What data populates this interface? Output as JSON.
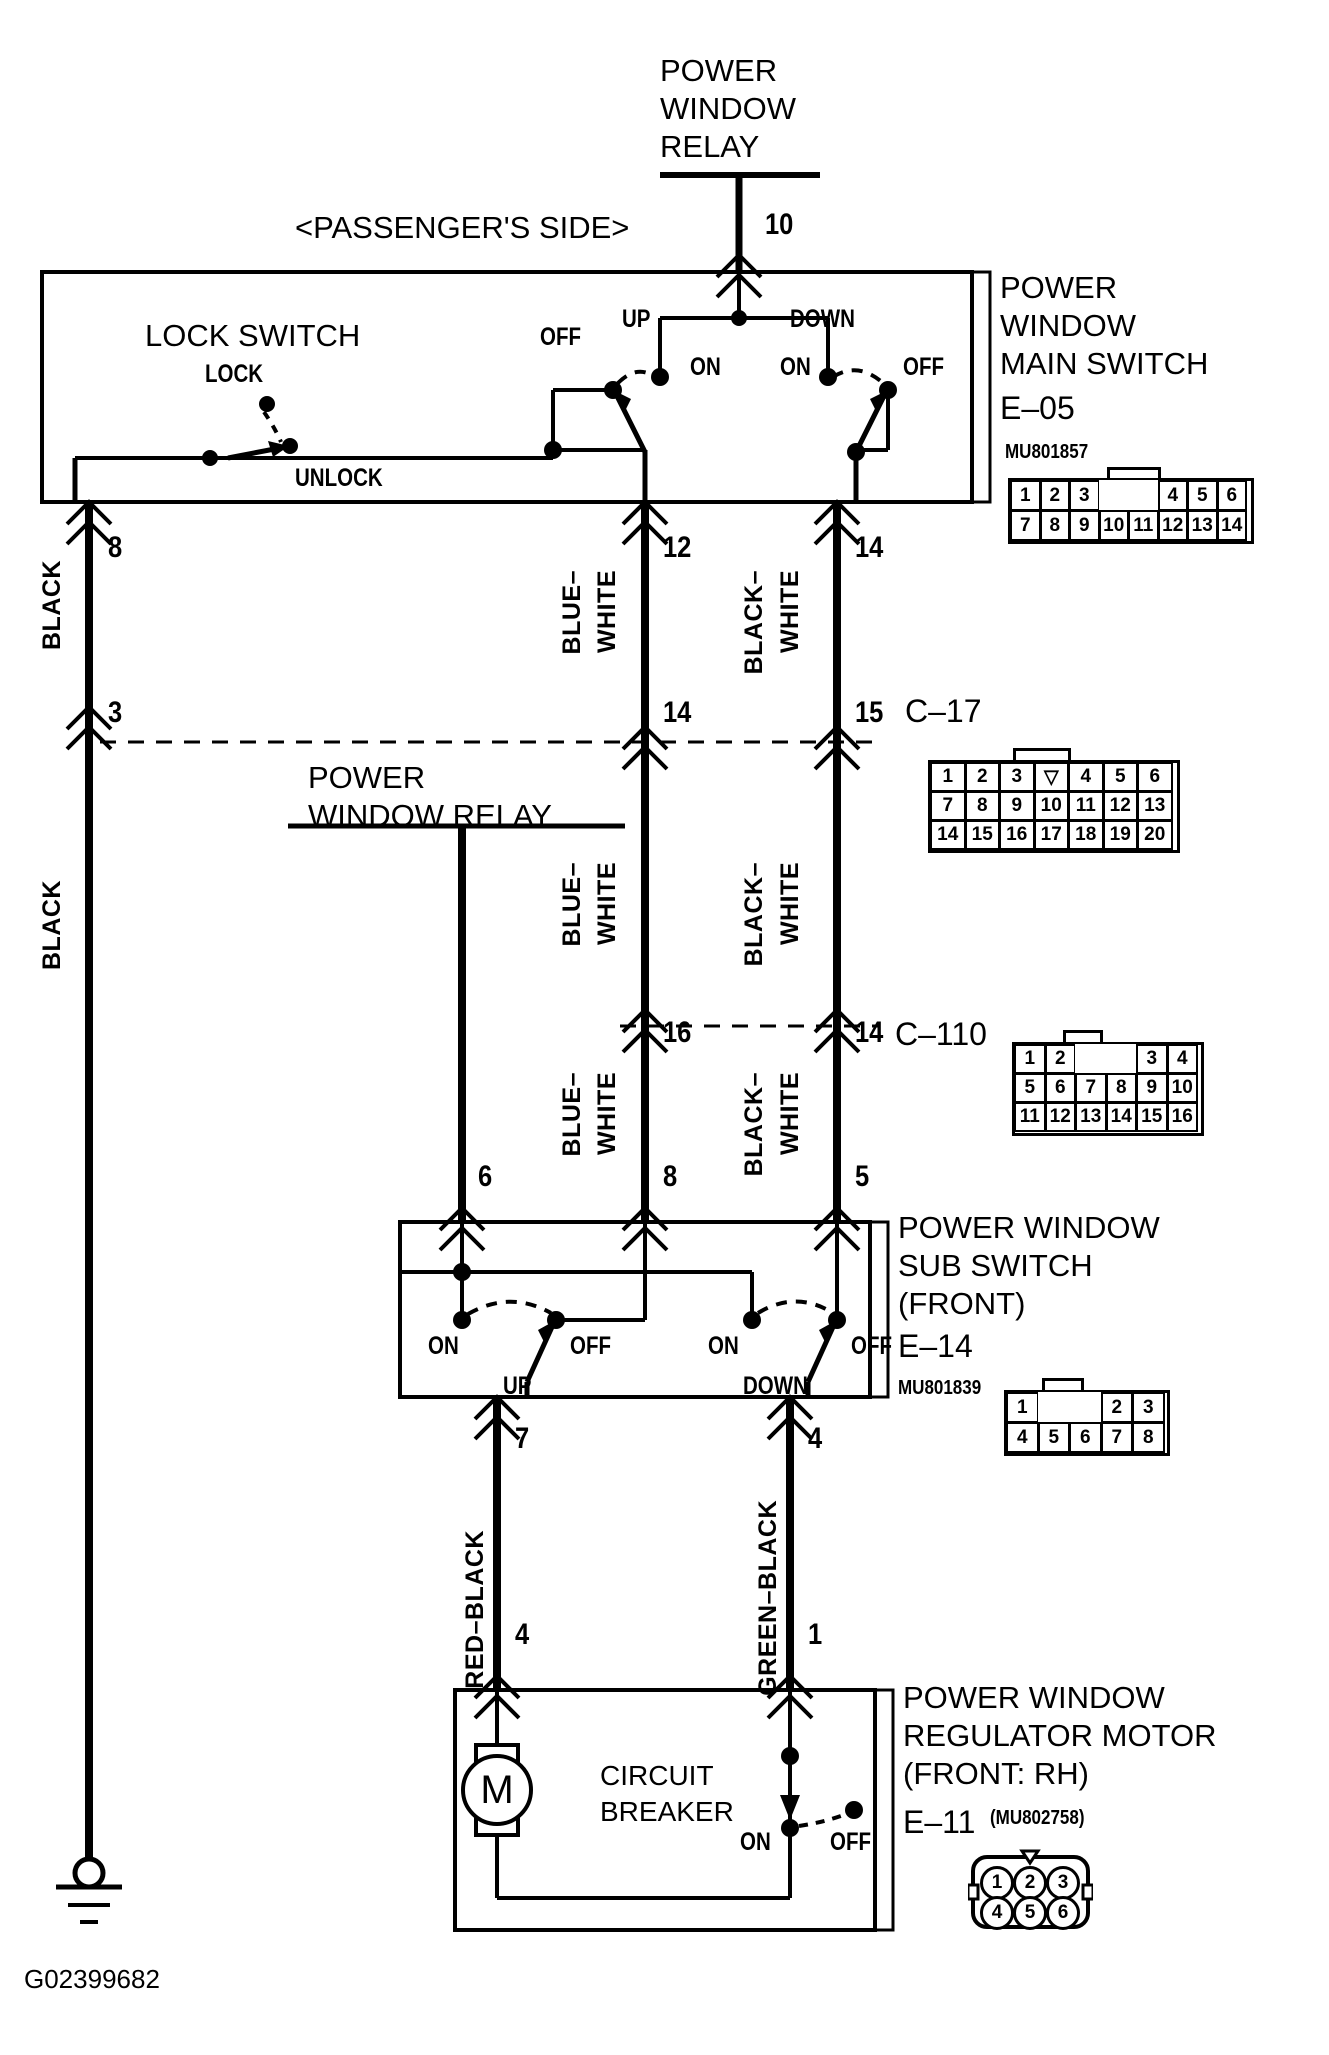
{
  "diagram": {
    "id": "G02399682",
    "title_top": [
      "POWER",
      "WINDOW",
      "RELAY"
    ],
    "side_note": "<PASSENGER'S SIDE>",
    "relay_feed_pin": "10"
  },
  "main_switch": {
    "name_lines": [
      "POWER",
      "WINDOW",
      "MAIN SWITCH"
    ],
    "code": "E–05",
    "part_number": "MU801857",
    "lock_switch_label": "LOCK SWITCH",
    "lock_pos_label": "LOCK",
    "unlock_pos_label": "UNLOCK",
    "up_label": "UP",
    "down_label": "DOWN",
    "off_left": "OFF",
    "on_left": "ON",
    "on_right": "ON",
    "off_right": "OFF",
    "pins": {
      "ground": "8",
      "blue_white": "12",
      "black_white": "14"
    },
    "connector": {
      "rows": [
        [
          "1",
          "2",
          "3",
          "",
          "",
          "4",
          "5",
          "6"
        ],
        [
          "7",
          "8",
          "9",
          "10",
          "11",
          "12",
          "13",
          "14"
        ]
      ]
    }
  },
  "relay_block": {
    "label_lines": [
      "POWER",
      "WINDOW RELAY"
    ]
  },
  "connector_c17": {
    "code": "C–17",
    "pins_on_line": {
      "black": "3",
      "blue_white": "14",
      "black_white": "15"
    },
    "rows": [
      [
        "1",
        "2",
        "3",
        "▽",
        "4",
        "5",
        "6"
      ],
      [
        "7",
        "8",
        "9",
        "10",
        "11",
        "12",
        "13"
      ],
      [
        "14",
        "15",
        "16",
        "17",
        "18",
        "19",
        "20"
      ]
    ]
  },
  "connector_c110": {
    "code": "C–110",
    "pins_on_line": {
      "blue_white": "16",
      "black_white": "14"
    },
    "rows": [
      [
        "1",
        "2",
        "",
        "",
        "3",
        "4"
      ],
      [
        "5",
        "6",
        "7",
        "8",
        "9",
        "10"
      ],
      [
        "11",
        "12",
        "13",
        "14",
        "15",
        "16"
      ]
    ]
  },
  "sub_switch": {
    "name_lines": [
      "POWER WINDOW",
      "SUB SWITCH",
      "(FRONT)"
    ],
    "code": "E–14",
    "part_number": "MU801839",
    "up_label": "UP",
    "down_label": "DOWN",
    "on_left": "ON",
    "off_left": "OFF",
    "on_right": "ON",
    "off_right": "OFF",
    "pins_top": {
      "relay": "6",
      "blue_white": "8",
      "black_white": "5"
    },
    "pins_bottom": {
      "red_black": "7",
      "green_black": "4"
    },
    "connector": {
      "rows": [
        [
          "1",
          "",
          "",
          "2",
          "3"
        ],
        [
          "4",
          "5",
          "6",
          "7",
          "8"
        ]
      ]
    }
  },
  "regulator_motor": {
    "name_lines": [
      "POWER WINDOW",
      "REGULATOR MOTOR",
      "(FRONT: RH)"
    ],
    "code": "E–11",
    "part_number": "(MU802758)",
    "circuit_breaker_label": [
      "CIRCUIT",
      "BREAKER"
    ],
    "motor_symbol": "M",
    "cb_on": "ON",
    "cb_off": "OFF",
    "pins": {
      "red_black": "4",
      "green_black": "1"
    },
    "connector_rows": [
      [
        "1",
        "2",
        "3"
      ],
      [
        "4",
        "5",
        "6"
      ]
    ]
  },
  "wire_colors": {
    "black_upper": "BLACK",
    "black_lower": "BLACK",
    "blue_white_1": [
      "BLUE–",
      "WHITE"
    ],
    "blue_white_2": [
      "BLUE–",
      "WHITE"
    ],
    "blue_white_3": [
      "BLUE–",
      "WHITE"
    ],
    "black_white_1": [
      "BLACK–",
      "WHITE"
    ],
    "black_white_2": [
      "BLACK–",
      "WHITE"
    ],
    "black_white_3": [
      "BLACK–",
      "WHITE"
    ],
    "red_black": "RED–BLACK",
    "green_black": "GREEN–BLACK"
  },
  "palette": {
    "line": "#000000",
    "background": "#ffffff"
  }
}
